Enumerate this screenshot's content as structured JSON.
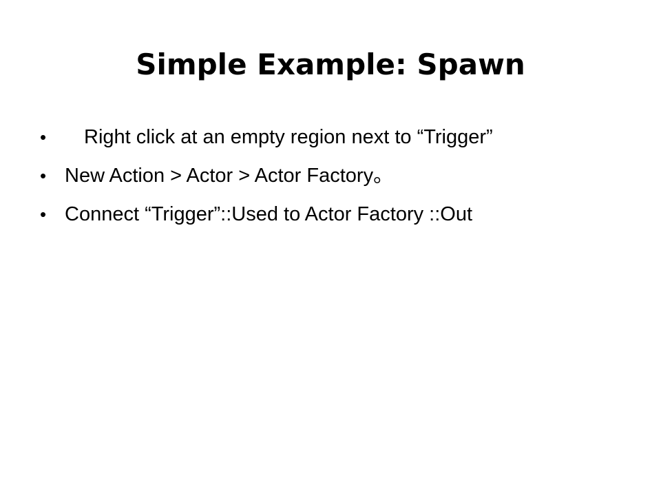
{
  "slide": {
    "title": "Simple Example: Spawn",
    "bullets": [
      {
        "marker": "•",
        "text": "Right click at an empty region next to “Trigger”"
      },
      {
        "marker": "•",
        "text": "New Action > Actor > Actor Factory。"
      },
      {
        "marker": "•",
        "text": "Connect “Trigger”::Used to Actor Factory ::Out"
      }
    ]
  }
}
